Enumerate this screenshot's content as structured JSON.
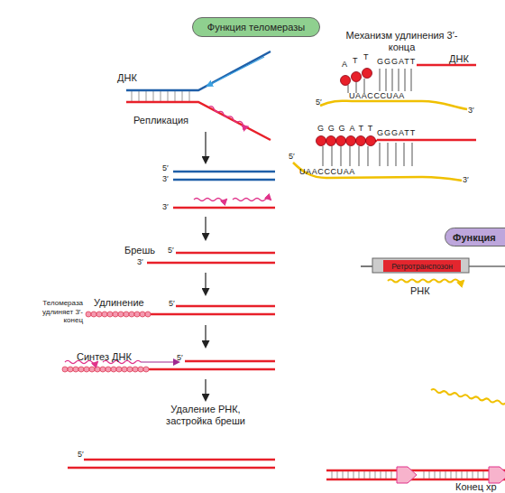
{
  "diagram": {
    "nodes": [
      {
        "text": [
          "Функция теломеразы"
        ]
      },
      {
        "text": [
          "Функция"
        ]
      },
      {
        "text": [
          "Ретротранспозон"
        ]
      }
    ],
    "labels": [
      "Механизм удлинения 3′-конца",
      "ДНК",
      "A",
      "T",
      "T",
      "GGGATT",
      "ДНК",
      "5′",
      "UAACCCUAA",
      "3′",
      "Репликация",
      "GGGATT",
      "GGGATT",
      "5′",
      "UAACCCUAA",
      "3′",
      "5′",
      "3′",
      "3′",
      "РНК",
      "Брешь",
      "5′",
      "3′",
      "Теломераза удлиняет 3′-конец",
      "Удлинение",
      "5′",
      "Синтез ДНК",
      "5′",
      "Удаление РНК, застройка бреши",
      "5′",
      "Конец хр"
    ]
  }
}
